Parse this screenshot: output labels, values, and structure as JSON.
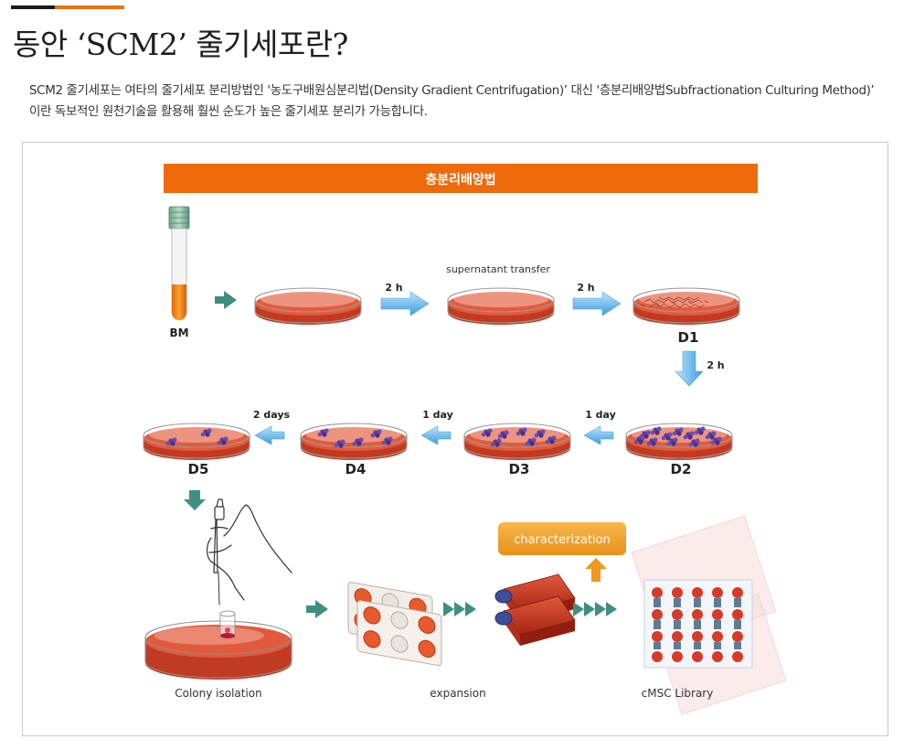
{
  "header": {
    "title": "동안 ‘SCM2’ 줄기세포란?",
    "description": "SCM2 줄기세포는 여타의 줄기세포 분리방법인 '농도구배원심분리법(Density Gradient Centrifugation)’ 대신 '층분리배양법Subfractionation Culturing Method)’ 이란 독보적인 원천기술을 활용해 훨씬 순도가 높은 줄기세포 분리가 가능합니다."
  },
  "diagram": {
    "banner": "층분리배양법",
    "tube_label": "BM",
    "supernatant": "supernatant transfer",
    "arrows": {
      "a1": "2 h",
      "a2": "2 h",
      "down": "2 h",
      "d2_d3": "1 day",
      "d3_d4": "1 day",
      "d4_d5": "2 days"
    },
    "dish_labels": {
      "d1": "D1",
      "d2": "D2",
      "d3": "D3",
      "d4": "D4",
      "d5": "D5"
    },
    "characterization": "characterization",
    "bottom_labels": {
      "colony": "Colony isolation",
      "expansion": "expansion",
      "library": "cMSC Library"
    }
  },
  "colors": {
    "accent_orange": "#e8730c",
    "media_red": "#cc3a22",
    "arrow_blue": "#5eb4e6",
    "arrow_teal": "#3f8f80",
    "colony_purple": "#5b3b9a",
    "characterization_box": "#f0a02a"
  }
}
